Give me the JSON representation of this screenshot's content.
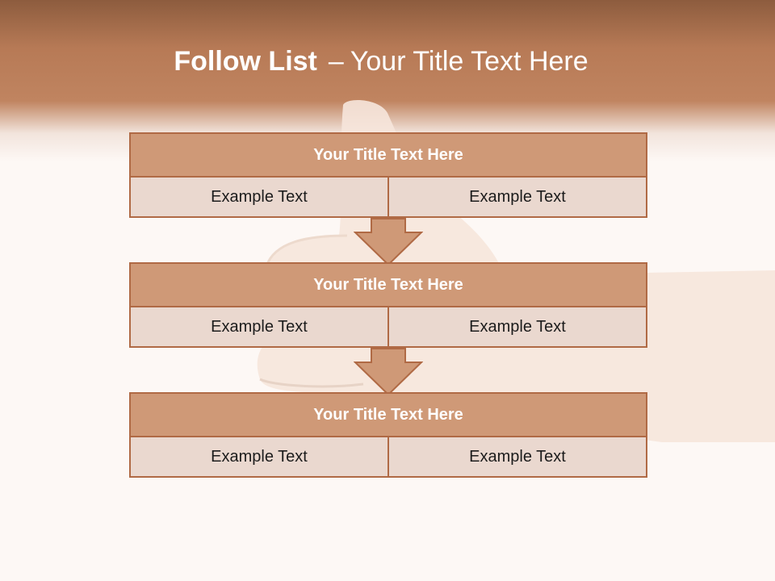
{
  "slide": {
    "title_bold": "Follow List",
    "title_dash": "–",
    "title_rest": "Your Title Text Here"
  },
  "colors": {
    "header_brown": "#b77a56",
    "box_title_fill": "#cf9977",
    "box_cell_fill": "#ead8cf",
    "box_border": "#b06a45",
    "background": "#fdf8f5"
  },
  "blocks": [
    {
      "title": "Your Title Text Here",
      "cells": [
        "Example Text",
        "Example Text"
      ]
    },
    {
      "title": "Your Title Text Here",
      "cells": [
        "Example Text",
        "Example Text"
      ]
    },
    {
      "title": "Your Title Text Here",
      "cells": [
        "Example Text",
        "Example Text"
      ]
    }
  ],
  "arrows": [
    {
      "icon": "arrow-down-icon"
    },
    {
      "icon": "arrow-down-icon"
    }
  ]
}
